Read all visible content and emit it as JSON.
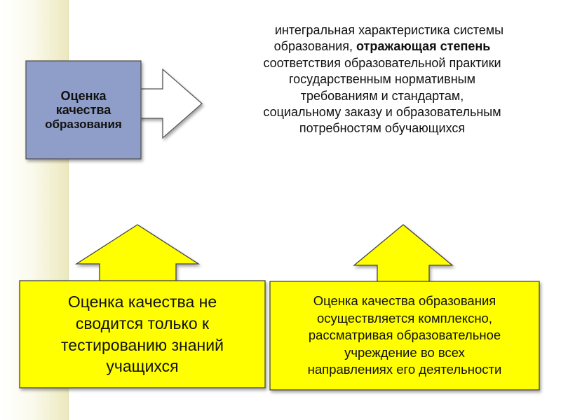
{
  "concept_box": {
    "line1": "Оценка",
    "line2": "качества",
    "line3": "образования",
    "fill": "#8e9ec8"
  },
  "definition": {
    "lines": [
      "интегральная характеристика системы",
      "образования, ",
      "отражающая степень",
      "соответствия образовательной практики",
      "государственным нормативным",
      "требованиям и стандартам,",
      "социальному заказу и образовательным",
      "потребностям обучающихся"
    ]
  },
  "left_box": {
    "lines": [
      "Оценка качества не",
      "сводится только к",
      "тестированию знаний",
      "учащихся"
    ]
  },
  "right_box": {
    "lines": [
      "Оценка качества образования",
      "осуществляется комплексно,",
      "рассматривая образовательное",
      "учреждение во всех",
      "направлениях его деятельности"
    ]
  },
  "colors": {
    "highlight_yellow": "#ffff00",
    "outline": "#555555",
    "arrow_white": "#ffffff"
  }
}
